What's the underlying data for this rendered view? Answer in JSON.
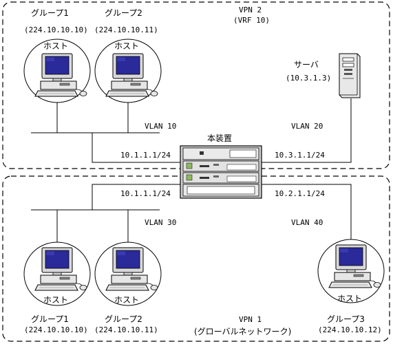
{
  "vpn2": {
    "name": "VPN 2",
    "vrf": "(VRF 10)"
  },
  "vpn1": {
    "name": "VPN 1",
    "desc": "(グローバルネットワーク)"
  },
  "device": {
    "label": "本装置"
  },
  "server": {
    "label": "サーバ",
    "ip": "(10.3.1.3)"
  },
  "vlans": {
    "v10": "VLAN 10",
    "v20": "VLAN 20",
    "v30": "VLAN 30",
    "v40": "VLAN 40"
  },
  "ips": {
    "top_left": "10.1.1.1/24",
    "top_right": "10.3.1.1/24",
    "bottom_left": "10.1.1.1/24",
    "bottom_right": "10.2.1.1/24"
  },
  "hosts": {
    "top1": {
      "group": "グループ1",
      "addr": "(224.10.10.10)",
      "label": "ホスト"
    },
    "top2": {
      "group": "グループ2",
      "addr": "(224.10.10.11)",
      "label": "ホスト"
    },
    "bot1": {
      "group": "グループ1",
      "addr": "(224.10.10.10)",
      "label": "ホスト"
    },
    "bot2": {
      "group": "グループ2",
      "addr": "(224.10.10.11)",
      "label": "ホスト"
    },
    "bot3": {
      "group": "グループ3",
      "addr": "(224.10.10.12)",
      "label": "ホスト"
    }
  }
}
